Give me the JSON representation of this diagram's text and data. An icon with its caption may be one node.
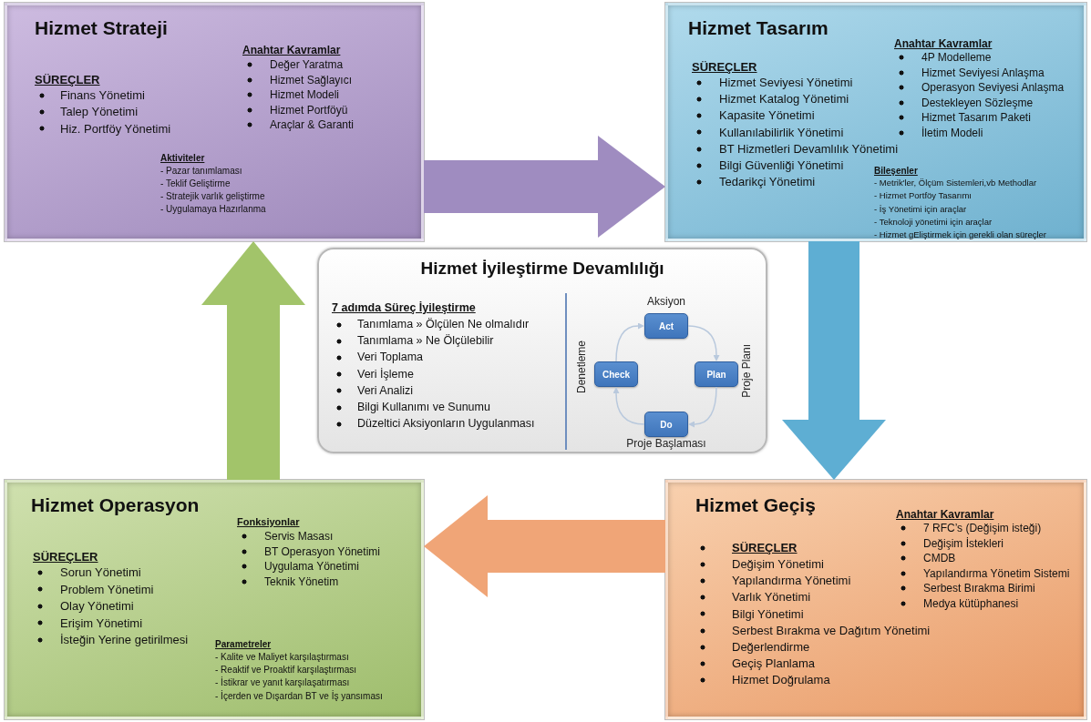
{
  "diagram": {
    "nodes": [
      {
        "text": [
          "Hizmet Strateji",
          "Anahtar Kavramlar",
          "Değer Yaratma",
          "Hizmet Sağlayıcı",
          "Hizmet Modeli",
          "Hizmet Portföyü",
          "Araçlar & Garanti",
          "SÜREÇLER",
          "Finans Yönetimi",
          "Talep Yönetimi",
          "Hiz. Portföy Yönetimi",
          "Aktiviteler",
          "- Pazar tanımlaması",
          "- Teklif Geliştirme",
          "- Stratejik varlık geliştirme",
          "- Uygulamaya Hazırlanma"
        ]
      },
      {
        "text": [
          "Hizmet Tasarım",
          "Anahtar Kavramlar",
          "4P Modelleme",
          "Hizmet Seviyesi Anlaşma",
          "Operasyon Seviyesi Anlaşma",
          "Destekleyen Sözleşme",
          "Hizmet Tasarım Paketi",
          "İletim Modeli",
          "SÜREÇLER",
          "Hizmet Seviyesi Yönetimi",
          "Hizmet Katalog Yönetimi",
          "Kapasite Yönetimi",
          "Kullanılabilirlik Yönetimi",
          "BT Hizmetleri Devamlılık Yönetimi",
          "Bilgi Güvenliği Yönetimi",
          "Tedarikçi Yönetimi",
          "Bileşenler",
          "- Metrik'ler, Ölçüm Sistemleri,vb Methodlar",
          "- Hizmet Portföy Tasarımı",
          "- İş Yönetimi için araçlar",
          "- Teknoloji yönetimi için araçlar",
          "- Hizmet gEliştirmek için gerekli olan süreçler"
        ]
      },
      {
        "text": [
          "Hizmet İyileştirme Devamlılığı",
          "7 adımda Süreç İyileştirme",
          "Tanımlama » Ölçülen Ne olmalıdır",
          "Tanımlama » Ne Ölçülebilir",
          "Veri Toplama",
          "Veri İşleme",
          "Veri Analizi",
          "Bilgi Kullanımı ve Sunumu",
          "Düzeltici Aksiyonların Uygulanması"
        ]
      },
      {
        "text": [
          "Act"
        ],
        "in": 2,
        "beside": [
          "Aksiyon"
        ]
      },
      {
        "text": [
          "Check"
        ],
        "in": 2,
        "beside": [
          "Denetleme"
        ]
      },
      {
        "text": [
          "Plan"
        ],
        "in": 2,
        "beside": [
          "Proje Planı"
        ]
      },
      {
        "text": [
          "Do"
        ],
        "in": 2,
        "beside": [
          "Proje Başlaması"
        ]
      },
      {
        "text": [
          "Hizmet Operasyon",
          "Fonksiyonlar",
          "Servis Masası",
          "BT Operasyon Yönetimi",
          "Uygulama Yönetimi",
          "Teknik Yönetim",
          "SÜREÇLER",
          "Sorun Yönetimi",
          "Problem Yönetimi",
          "Olay Yönetimi",
          "Erişim Yönetimi",
          "İsteğin Yerine getirilmesi",
          "Parametreler",
          "- Kalite ve Maliyet karşılaştırması",
          "- Reaktif ve Proaktif karşılaştırması",
          "- İstikrar ve yanıt karşılaşatırması",
          "- İçerden ve Dışardan BT ve İş yansıması"
        ]
      },
      {
        "text": [
          "Hizmet Geçiş",
          "Anahtar Kavramlar",
          "7 RFC’s (Değişim isteği)",
          "Değişim İstekleri",
          "CMDB",
          "Yapılandırma Yönetim Sistemi",
          "Serbest Bırakma Birimi",
          "Medya kütüphanesi",
          "SÜREÇLER",
          "Değişim Yönetimi",
          "Yapılandırma Yönetimi",
          "Varlık Yönetimi",
          "Bilgi Yönetimi",
          "Serbest Bırakma ve Dağıtım Yönetimi",
          "Değerlendirme",
          "Geçiş Planlama",
          "Hizmet Doğrulama"
        ]
      }
    ],
    "edges": [
      {
        "from": 0,
        "to": 1,
        "arrow": "to",
        "style": "thick",
        "color": "#9f8cc0"
      },
      {
        "from": 1,
        "to": 8,
        "arrow": "to",
        "style": "thick",
        "color": "#5eaed3"
      },
      {
        "from": 8,
        "to": 7,
        "arrow": "to",
        "style": "thick",
        "color": "#f0a577"
      },
      {
        "from": 7,
        "to": 0,
        "arrow": "to",
        "style": "thick",
        "color": "#a2c46a"
      },
      {
        "from": 3,
        "to": 5,
        "arrow": "to",
        "color": "#b9c9dd"
      },
      {
        "from": 5,
        "to": 6,
        "arrow": "to",
        "color": "#b9c9dd"
      },
      {
        "from": 6,
        "to": 4,
        "arrow": "to",
        "color": "#b9c9dd"
      },
      {
        "from": 4,
        "to": 3,
        "arrow": "to",
        "color": "#b9c9dd"
      }
    ]
  }
}
